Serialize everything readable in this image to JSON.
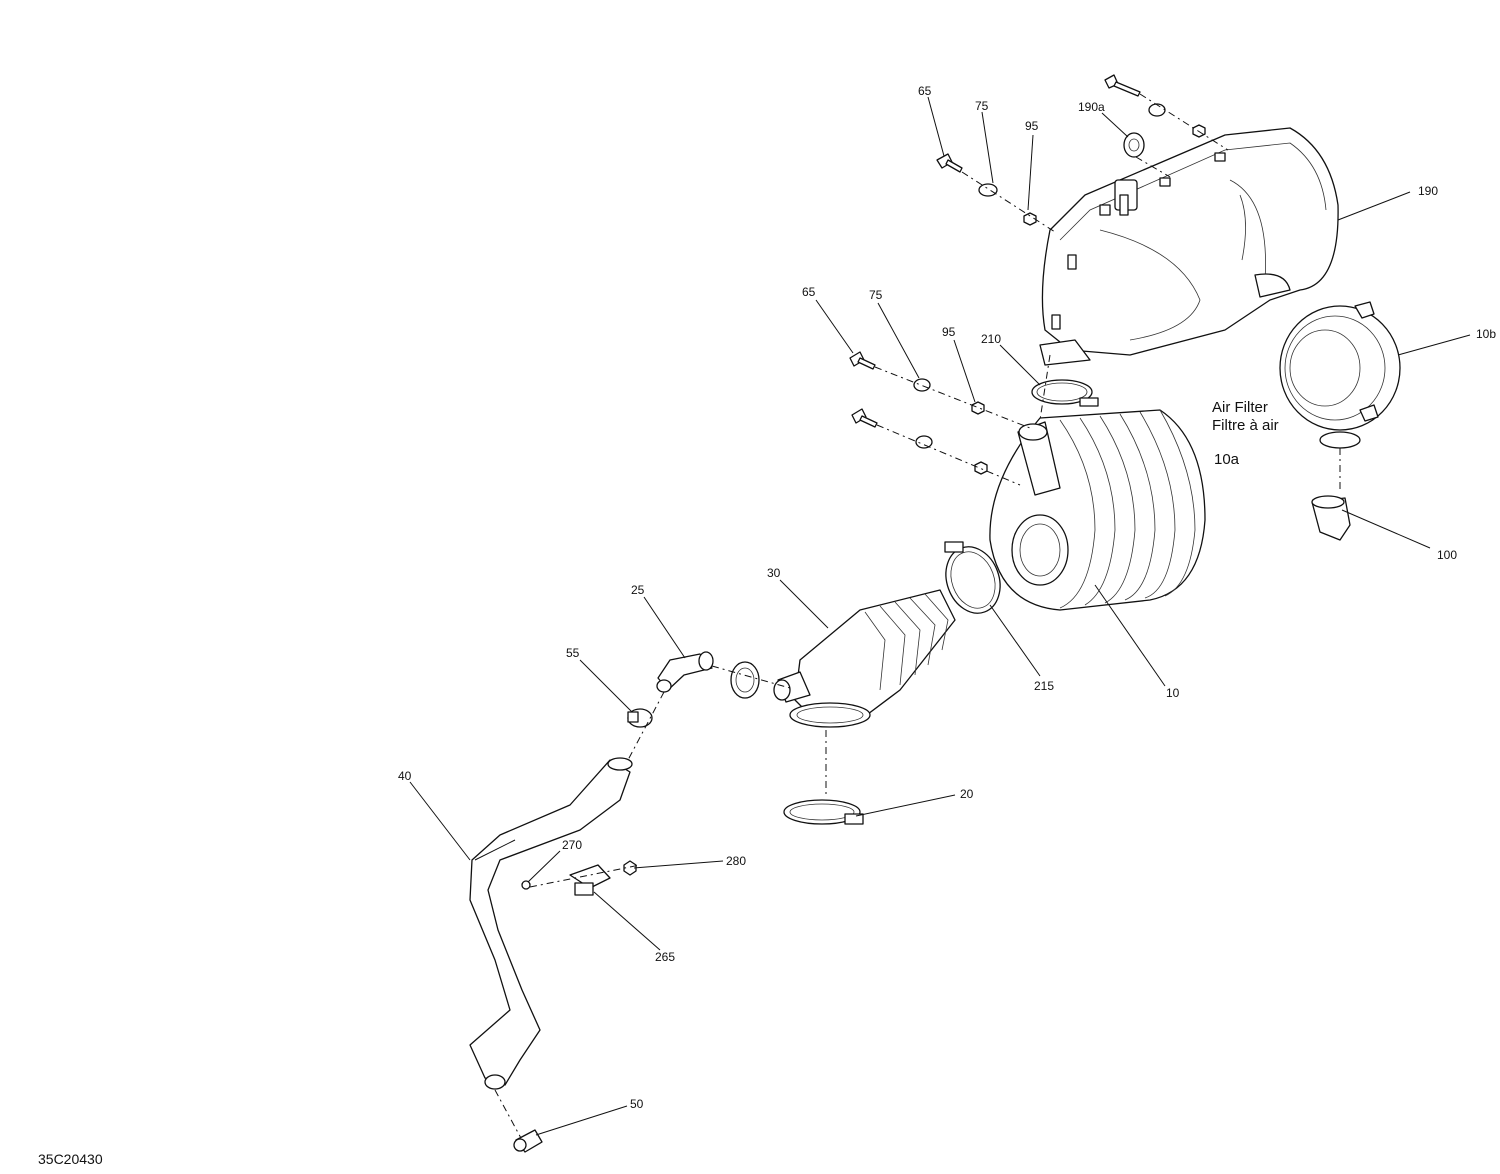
{
  "diagram_id": "35C20430",
  "annotations": {
    "air_filter_en": "Air Filter",
    "air_filter_fr": "Filtre à air",
    "air_filter_ref": "10a"
  },
  "callouts": {
    "c65_top": "65",
    "c75_top": "75",
    "c95_top": "95",
    "c190a": "190a",
    "c190": "190",
    "c65_mid": "65",
    "c75_mid": "75",
    "c95_mid": "95",
    "c210": "210",
    "c10b": "10b",
    "c100": "100",
    "c30": "30",
    "c25": "25",
    "c55": "55",
    "c215": "215",
    "c10": "10",
    "c20": "20",
    "c40": "40",
    "c270": "270",
    "c280": "280",
    "c265": "265",
    "c50": "50"
  }
}
